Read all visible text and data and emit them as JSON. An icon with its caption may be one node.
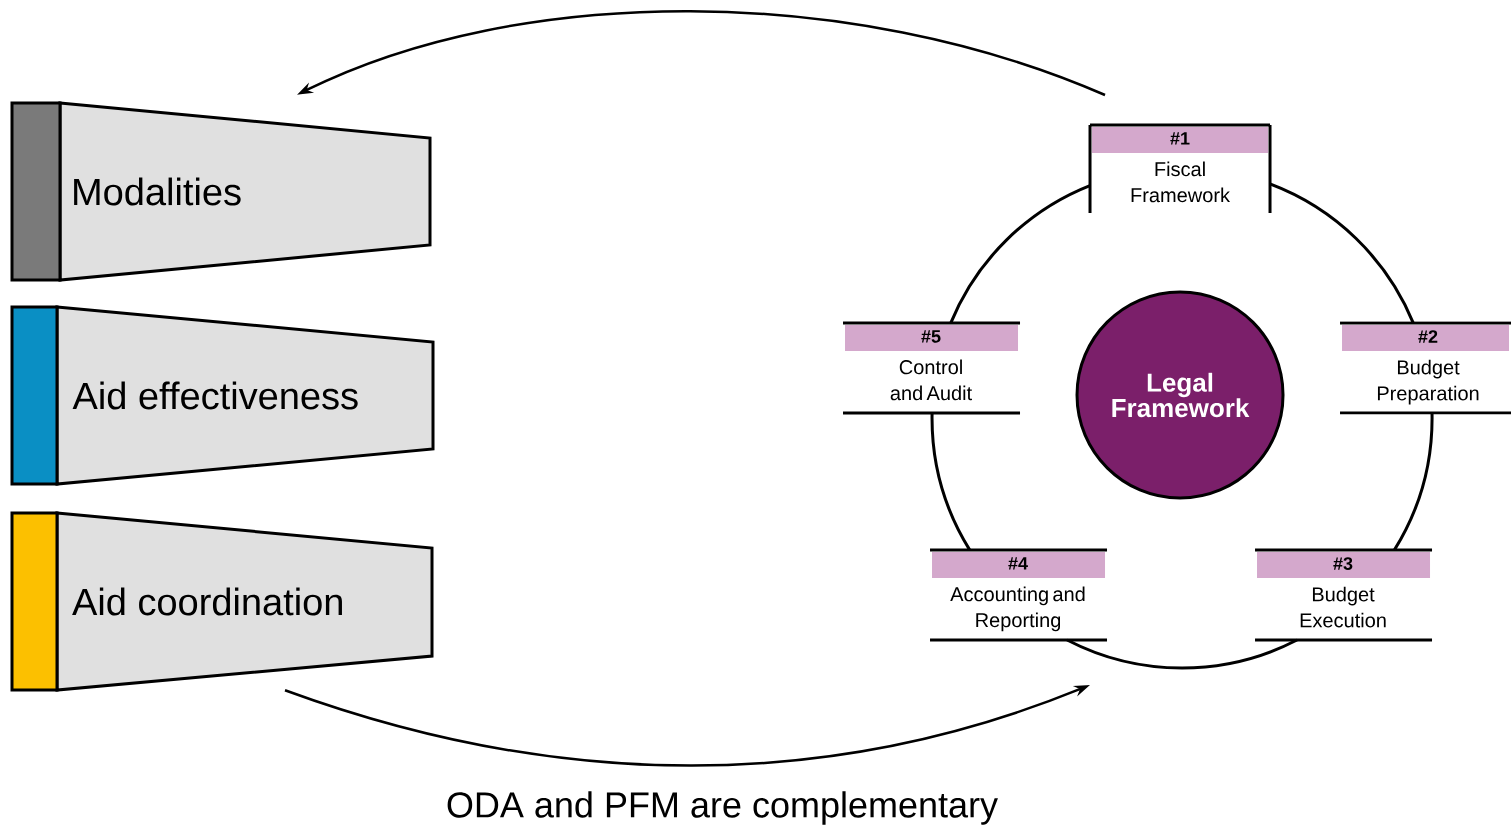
{
  "diagram": {
    "caption": "ODA and PFM are complementary",
    "nodes": [
      {
        "text": [
          "Modalities"
        ]
      },
      {
        "text": [
          "Aid effectiveness"
        ]
      },
      {
        "text": [
          "Aid coordination"
        ]
      },
      {
        "text": [
          "#1",
          "Fiscal Framework"
        ]
      },
      {
        "text": [
          "#2",
          "Budget Preparation"
        ]
      },
      {
        "text": [
          "#3",
          "Budget Execution"
        ]
      },
      {
        "text": [
          "#4",
          "Accounting and Reporting"
        ]
      },
      {
        "text": [
          "#5",
          "Control and Audit"
        ]
      },
      {
        "text": [
          "Legal Framework"
        ]
      }
    ],
    "edges": [
      {
        "from": 3,
        "to": 0,
        "arrow": "to"
      },
      {
        "from": 2,
        "to": 6,
        "arrow": "to"
      },
      {
        "from": 3,
        "to": 4,
        "arrow": "none"
      },
      {
        "from": 4,
        "to": 5,
        "arrow": "none"
      },
      {
        "from": 5,
        "to": 6,
        "arrow": "none"
      },
      {
        "from": 6,
        "to": 7,
        "arrow": "none"
      },
      {
        "from": 7,
        "to": 3,
        "arrow": "none"
      }
    ]
  }
}
